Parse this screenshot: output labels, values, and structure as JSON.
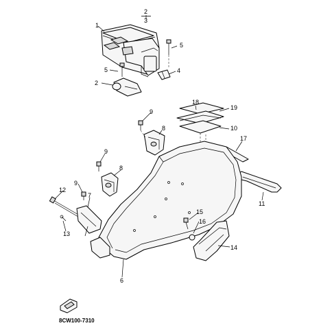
{
  "callouts": {
    "c1": "1",
    "c2": "2",
    "c2b": "2",
    "c3": "3",
    "c4": "4",
    "c5a": "5",
    "c5b": "5",
    "c6": "6",
    "c7": "7",
    "c8a": "8",
    "c8b": "8",
    "c9a": "9",
    "c9b": "9",
    "c9c": "9",
    "c10": "10",
    "c11": "11",
    "c12": "12",
    "c13": "13",
    "c14": "14",
    "c15": "15",
    "c16": "16",
    "c17": "17",
    "c18": "18",
    "c19": "19"
  },
  "diagram_code": "8CW100-7310"
}
